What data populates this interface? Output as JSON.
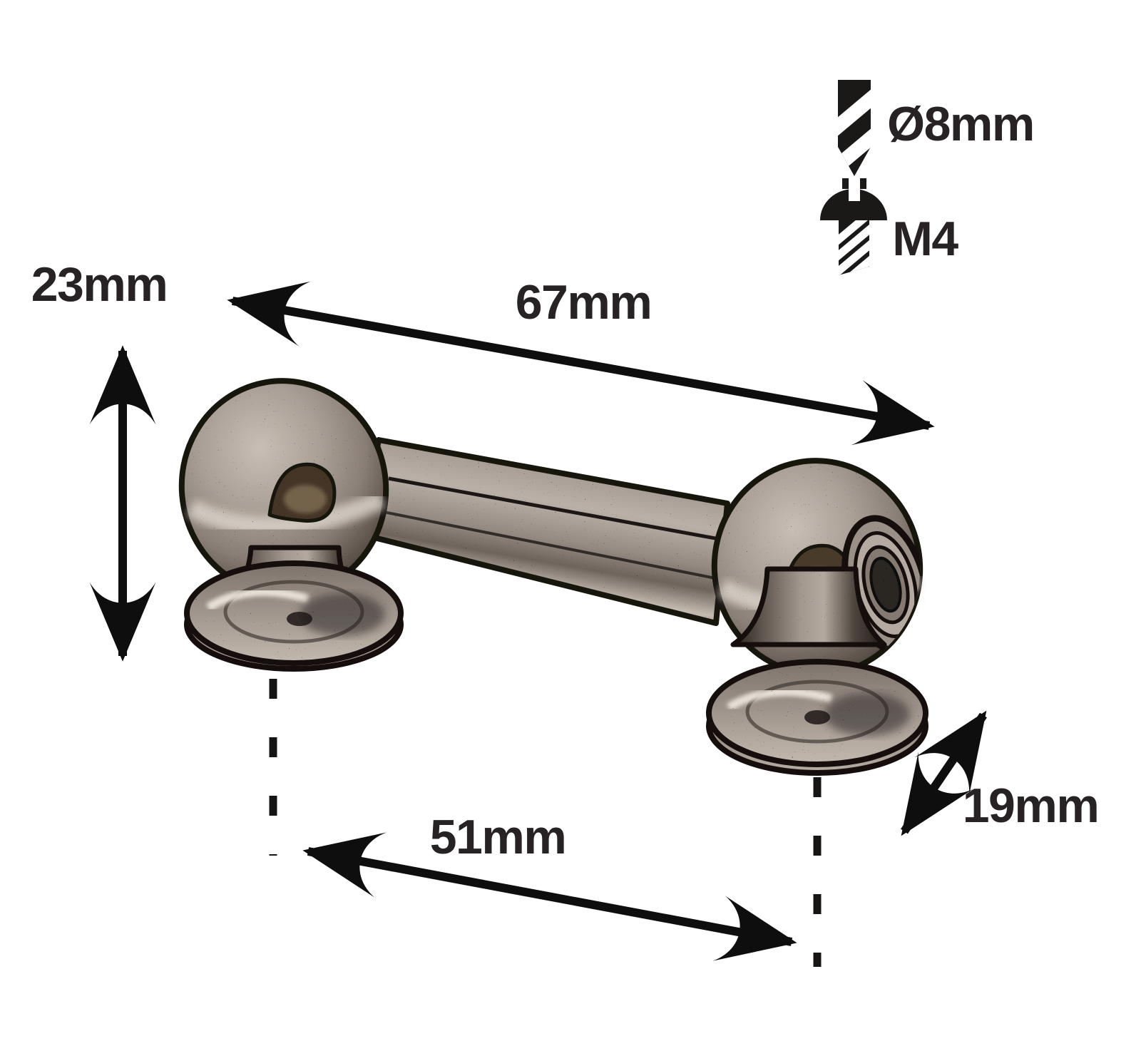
{
  "page": {
    "background": "#ffffff"
  },
  "dimensions": {
    "height": "23mm",
    "overall_length": "67mm",
    "hole_spacing": "51mm",
    "depth": "19mm"
  },
  "mounting_specs": {
    "drill_bit": {
      "icon": "drill-bit-icon",
      "label": "Ø8mm"
    },
    "screw": {
      "icon": "screw-icon",
      "label": "M4"
    }
  },
  "colors": {
    "annotation_line": "#0f0e0e",
    "label_text": "#272223",
    "icon_black": "#1b1918",
    "metal_light": "#c3bab0",
    "metal_mid": "#8a7f77",
    "metal_dark": "#332c28",
    "hole_brown": "#4a3a2b"
  }
}
